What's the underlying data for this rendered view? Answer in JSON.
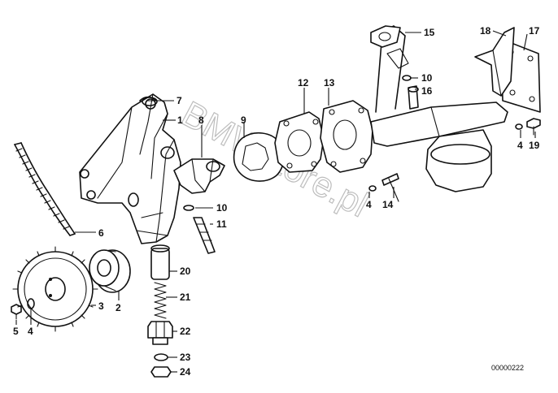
{
  "diagram": {
    "reference_number": "00000222",
    "watermark": "BMWstore.pl",
    "callouts": [
      {
        "id": "c1",
        "label": "1"
      },
      {
        "id": "c2",
        "label": "2"
      },
      {
        "id": "c3",
        "label": "3"
      },
      {
        "id": "c4a",
        "label": "4"
      },
      {
        "id": "c4b",
        "label": "4"
      },
      {
        "id": "c4c",
        "label": "4"
      },
      {
        "id": "c5",
        "label": "5"
      },
      {
        "id": "c6",
        "label": "6"
      },
      {
        "id": "c7",
        "label": "7"
      },
      {
        "id": "c8",
        "label": "8"
      },
      {
        "id": "c9",
        "label": "9"
      },
      {
        "id": "c10a",
        "label": "10"
      },
      {
        "id": "c10b",
        "label": "10"
      },
      {
        "id": "c11",
        "label": "11"
      },
      {
        "id": "c12",
        "label": "12"
      },
      {
        "id": "c13",
        "label": "13"
      },
      {
        "id": "c14",
        "label": "14"
      },
      {
        "id": "c15",
        "label": "15"
      },
      {
        "id": "c16",
        "label": "16"
      },
      {
        "id": "c17",
        "label": "17"
      },
      {
        "id": "c18",
        "label": "18"
      },
      {
        "id": "c19",
        "label": "19"
      },
      {
        "id": "c20",
        "label": "20"
      },
      {
        "id": "c21",
        "label": "21"
      },
      {
        "id": "c22",
        "label": "22"
      },
      {
        "id": "c23",
        "label": "23"
      },
      {
        "id": "c24",
        "label": "24"
      }
    ]
  }
}
